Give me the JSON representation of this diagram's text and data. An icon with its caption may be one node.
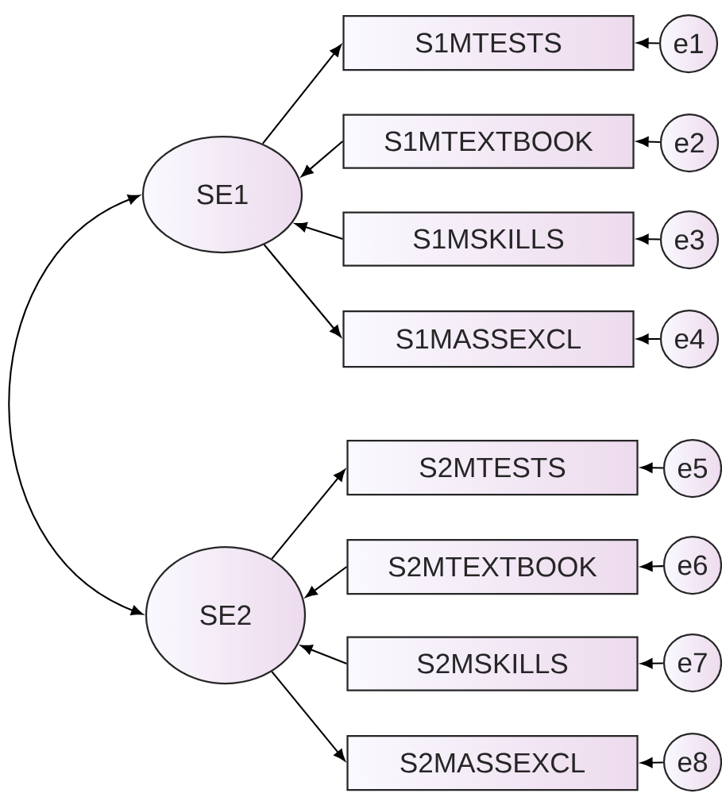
{
  "diagram": {
    "nodes": [
      {
        "text": [
          "SE1"
        ]
      },
      {
        "text": [
          "S1MTESTS"
        ]
      },
      {
        "text": [
          "S1MTEXTBOOK"
        ]
      },
      {
        "text": [
          "S1MSKILLS"
        ]
      },
      {
        "text": [
          "S1MASSEXCL"
        ]
      },
      {
        "text": [
          "e1"
        ]
      },
      {
        "text": [
          "e2"
        ]
      },
      {
        "text": [
          "e3"
        ]
      },
      {
        "text": [
          "e4"
        ]
      },
      {
        "text": [
          "SE2"
        ]
      },
      {
        "text": [
          "S2MTESTS"
        ]
      },
      {
        "text": [
          "S2MTEXTBOOK"
        ]
      },
      {
        "text": [
          "S2MSKILLS"
        ]
      },
      {
        "text": [
          "S2MASSEXCL"
        ]
      },
      {
        "text": [
          "e5"
        ]
      },
      {
        "text": [
          "e6"
        ]
      },
      {
        "text": [
          "e7"
        ]
      },
      {
        "text": [
          "e8"
        ]
      }
    ],
    "edges": [
      {
        "from": 0,
        "to": 9,
        "arrow": "both"
      },
      {
        "from": 0,
        "to": 1,
        "arrow": "to"
      },
      {
        "from": 2,
        "to": 0,
        "arrow": "to"
      },
      {
        "from": 3,
        "to": 0,
        "arrow": "to"
      },
      {
        "from": 0,
        "to": 4,
        "arrow": "to"
      },
      {
        "from": 5,
        "to": 1,
        "arrow": "to"
      },
      {
        "from": 6,
        "to": 2,
        "arrow": "to"
      },
      {
        "from": 7,
        "to": 3,
        "arrow": "to"
      },
      {
        "from": 8,
        "to": 4,
        "arrow": "to"
      },
      {
        "from": 9,
        "to": 10,
        "arrow": "to"
      },
      {
        "from": 11,
        "to": 9,
        "arrow": "to"
      },
      {
        "from": 12,
        "to": 9,
        "arrow": "to"
      },
      {
        "from": 9,
        "to": 13,
        "arrow": "to"
      },
      {
        "from": 14,
        "to": 10,
        "arrow": "to"
      },
      {
        "from": 15,
        "to": 11,
        "arrow": "to"
      },
      {
        "from": 16,
        "to": 12,
        "arrow": "to"
      },
      {
        "from": 17,
        "to": 13,
        "arrow": "to"
      }
    ]
  }
}
